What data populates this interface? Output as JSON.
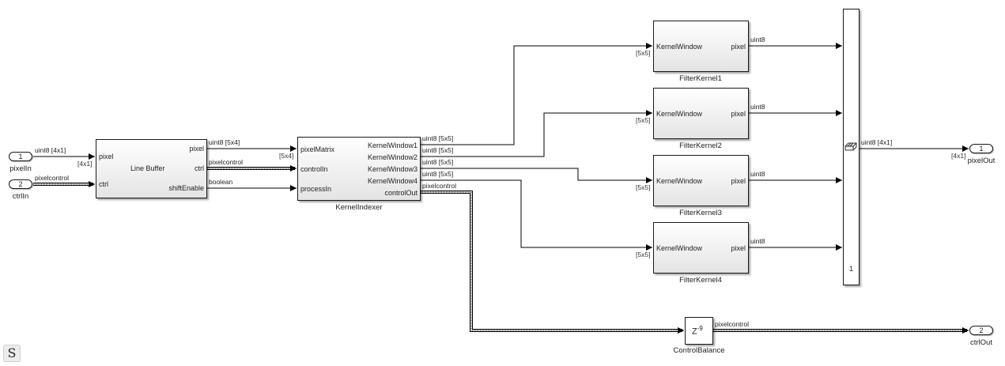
{
  "inports": [
    {
      "number": "1",
      "name": "pixelIn",
      "signal": "uint8 [4x1]",
      "dim": "[4x1]"
    },
    {
      "number": "2",
      "name": "ctrlIn",
      "signal": "pixelcontrol"
    }
  ],
  "outports": [
    {
      "number": "1",
      "name": "pixelOut",
      "signal": "uint8 [4x1]",
      "dim": "[4x1]"
    },
    {
      "number": "2",
      "name": "ctrlOut",
      "signal": "pixelcontrol"
    }
  ],
  "line_buffer": {
    "name": "Line Buffer",
    "inputs": [
      "pixel",
      "ctrl"
    ],
    "outputs": [
      "pixel",
      "ctrl",
      "shiftEnable"
    ],
    "out_signals": [
      "uint8 [5x4]",
      "pixelcontrol",
      "boolean"
    ]
  },
  "kernel_indexer": {
    "name": "KernelIndexer",
    "inputs": [
      "pixelMatrix",
      "controlIn",
      "processIn"
    ],
    "input_dim": "[5x4]",
    "outputs": [
      "KernelWindow1",
      "KernelWindow2",
      "KernelWindow3",
      "KernelWindow4",
      "controlOut"
    ],
    "out_signals": [
      "uint8 [5x5]",
      "uint8 [5x5]",
      "uint8 [5x5]",
      "uint8 [5x5]",
      "pixelcontrol"
    ]
  },
  "filter_kernels": [
    {
      "name": "FilterKernel1",
      "input": "KernelWindow",
      "output": "pixel",
      "in_dim": "[5x5]",
      "out_signal": "uint8"
    },
    {
      "name": "FilterKernel2",
      "input": "KernelWindow",
      "output": "pixel",
      "in_dim": "[5x5]",
      "out_signal": "uint8"
    },
    {
      "name": "FilterKernel3",
      "input": "KernelWindow",
      "output": "pixel",
      "in_dim": "[5x5]",
      "out_signal": "uint8"
    },
    {
      "name": "FilterKernel4",
      "input": "KernelWindow",
      "output": "pixel",
      "in_dim": "[5x5]",
      "out_signal": "uint8"
    }
  ],
  "concat": {
    "dimension_label": "1",
    "icon": "concatenate-icon"
  },
  "delay": {
    "name": "ControlBalance",
    "base": "Z",
    "exponent": "-9",
    "out_signal": "pixelcontrol"
  },
  "sample_time_button": {
    "label": "S"
  }
}
